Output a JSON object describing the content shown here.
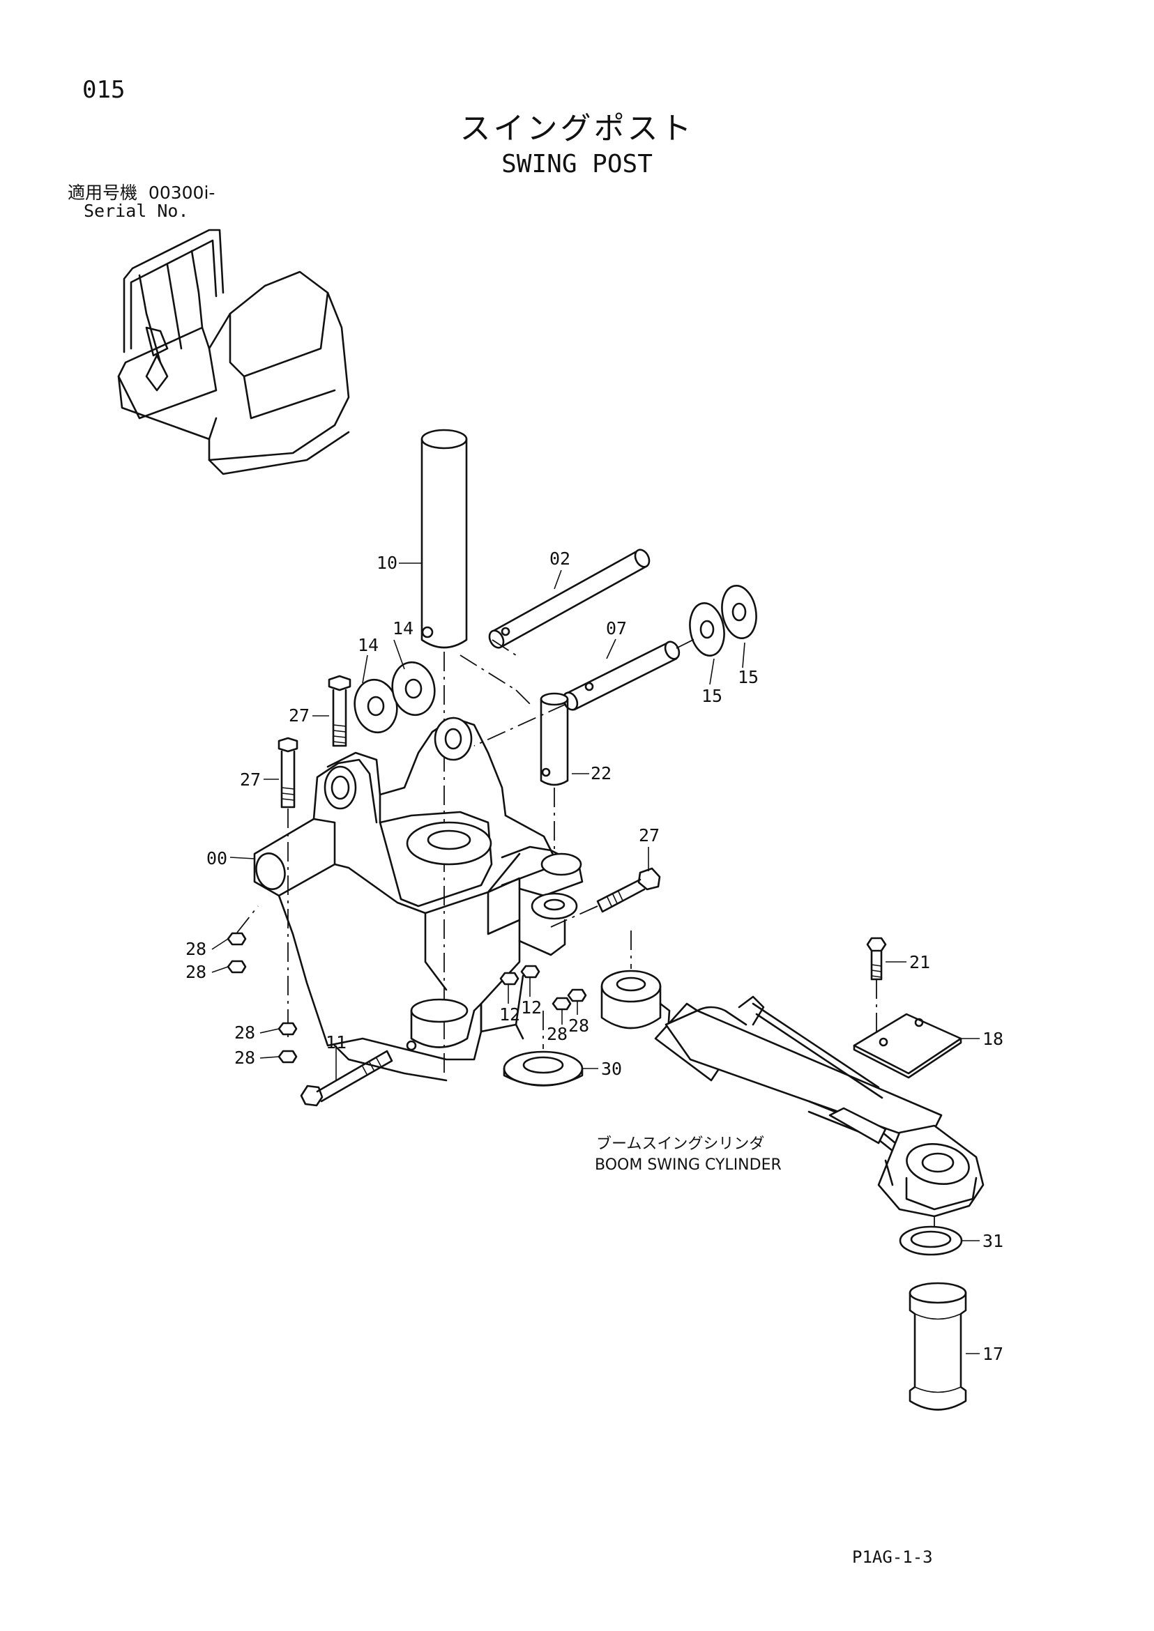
{
  "page_number": "015",
  "title_jp": "スイングポスト",
  "title_en": "SWING POST",
  "serial_label_jp": "適用号機",
  "serial_value": "00300i-",
  "serial_label_en": "Serial No.",
  "cylinder_label_jp": "ブームスイングシリンダ",
  "cylinder_label_en": "BOOM SWING CYLINDER",
  "document_code": "P1AG-1-3",
  "callouts": {
    "c10": "10",
    "c02": "02",
    "c07": "07",
    "c14a": "14",
    "c14b": "14",
    "c15a": "15",
    "c15b": "15",
    "c27a": "27",
    "c27b": "27",
    "c27c": "27",
    "c22": "22",
    "c00": "00",
    "c21": "21",
    "c18": "18",
    "c28a": "28",
    "c28b": "28",
    "c28c": "28",
    "c28d": "28",
    "c28e": "28",
    "c28f": "28",
    "c12a": "12",
    "c12b": "12",
    "c11": "11",
    "c30": "30",
    "c31": "31",
    "c17": "17"
  }
}
